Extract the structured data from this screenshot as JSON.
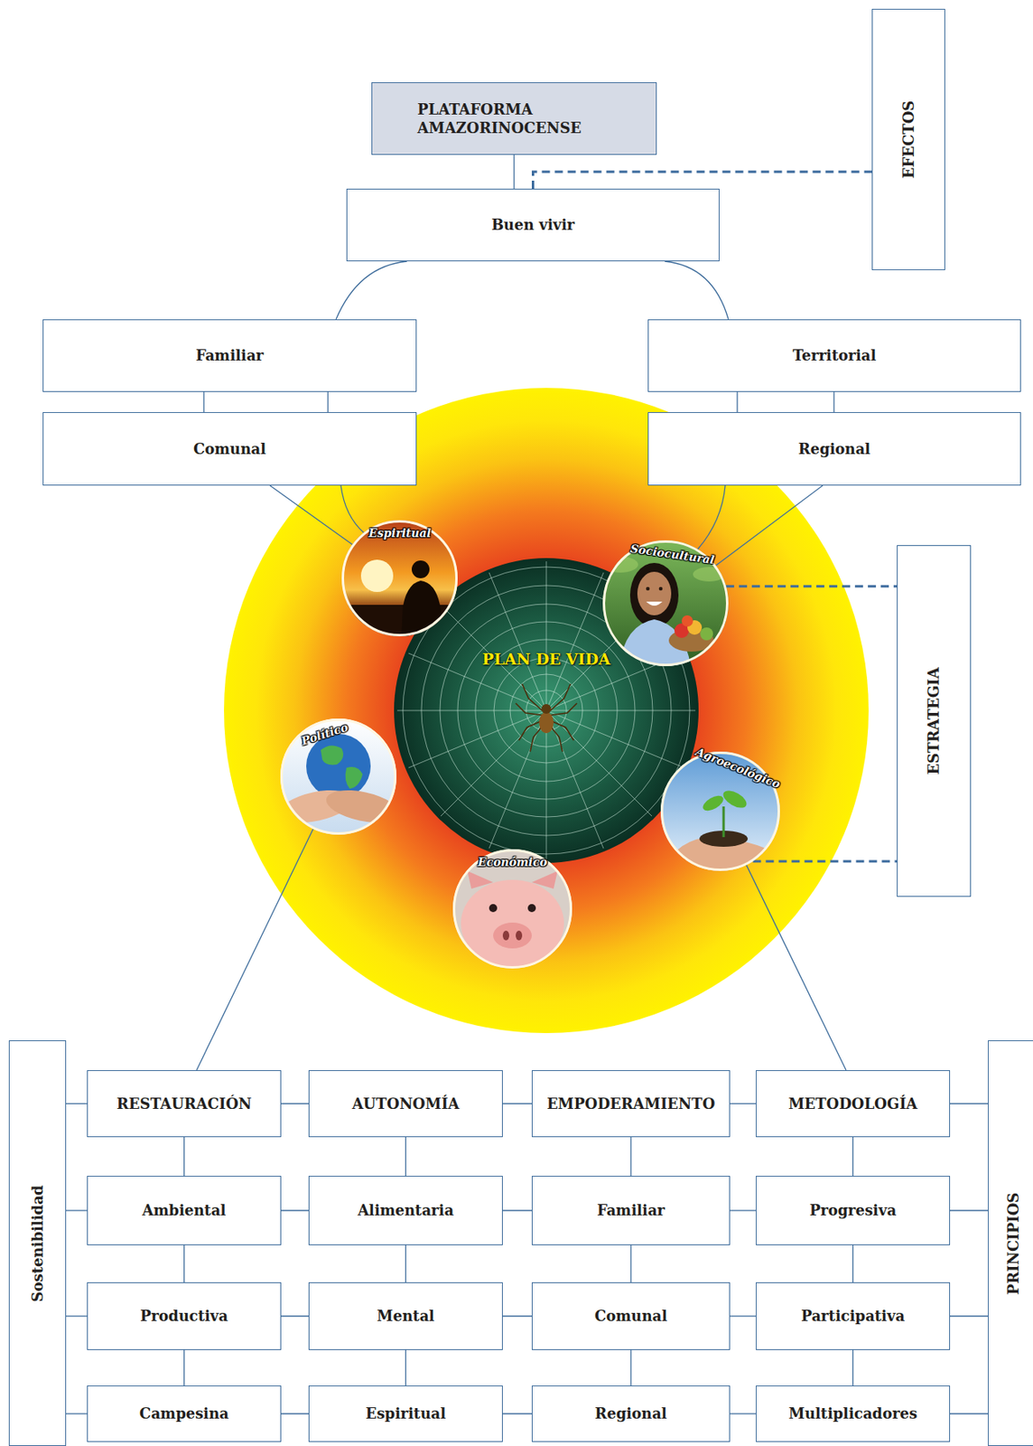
{
  "diagram": {
    "nodes": [
      {
        "text": [
          "PLATAFORMA AMAZORINOCENSE"
        ]
      },
      {
        "text": [
          "EFECTOS"
        ]
      },
      {
        "text": [
          "Buen vivir"
        ]
      },
      {
        "text": [
          "Familiar"
        ]
      },
      {
        "text": [
          "Territorial"
        ]
      },
      {
        "text": [
          "Comunal"
        ]
      },
      {
        "text": [
          "Regional"
        ]
      },
      {
        "text": [
          "PLAN DE VIDA"
        ]
      },
      {
        "text": [
          "Espiritual"
        ]
      },
      {
        "text": [
          "Sociocultural"
        ]
      },
      {
        "text": [
          "ESTRATEGIA"
        ]
      },
      {
        "text": [
          "Político"
        ]
      },
      {
        "text": [
          "Agroecológico"
        ]
      },
      {
        "text": [
          "Económico"
        ]
      },
      {
        "text": [
          "Sostenibilidad"
        ]
      },
      {
        "text": [
          "RESTAURACIÓN"
        ]
      },
      {
        "text": [
          "AUTONOMÍA"
        ]
      },
      {
        "text": [
          "EMPODERAMIENTO"
        ]
      },
      {
        "text": [
          "METODOLOGÍA"
        ]
      },
      {
        "text": [
          "PRINCIPIOS"
        ]
      },
      {
        "text": [
          "Ambiental"
        ]
      },
      {
        "text": [
          "Alimentaria"
        ]
      },
      {
        "text": [
          "Familiar"
        ]
      },
      {
        "text": [
          "Progresiva"
        ]
      },
      {
        "text": [
          "Productiva"
        ]
      },
      {
        "text": [
          "Mental"
        ]
      },
      {
        "text": [
          "Comunal"
        ]
      },
      {
        "text": [
          "Participativa"
        ]
      },
      {
        "text": [
          "Campesina"
        ]
      },
      {
        "text": [
          "Espiritual"
        ]
      },
      {
        "text": [
          "Regional"
        ]
      },
      {
        "text": [
          "Multiplicadores"
        ]
      }
    ],
    "edges": [
      {
        "from": 0,
        "to": 2,
        "arrow": "none"
      },
      {
        "from": 2,
        "to": 1,
        "arrow": "none"
      },
      {
        "from": 2,
        "to": 3,
        "arrow": "none"
      },
      {
        "from": 2,
        "to": 4,
        "arrow": "none"
      },
      {
        "from": 3,
        "to": 5,
        "arrow": "none"
      },
      {
        "from": 4,
        "to": 6,
        "arrow": "none"
      },
      {
        "from": 5,
        "to": 8,
        "arrow": "none"
      },
      {
        "from": 6,
        "to": 9,
        "arrow": "none"
      },
      {
        "from": 9,
        "to": 10,
        "arrow": "none"
      },
      {
        "from": 11,
        "to": 15,
        "arrow": "none"
      },
      {
        "from": 12,
        "to": 18,
        "arrow": "none"
      },
      {
        "from": 12,
        "to": 10,
        "arrow": "none"
      },
      {
        "from": 14,
        "to": 15,
        "arrow": "none"
      },
      {
        "from": 15,
        "to": 16,
        "arrow": "none"
      },
      {
        "from": 16,
        "to": 17,
        "arrow": "none"
      },
      {
        "from": 17,
        "to": 18,
        "arrow": "none"
      },
      {
        "from": 18,
        "to": 19,
        "arrow": "none"
      },
      {
        "from": 14,
        "to": 20,
        "arrow": "none"
      },
      {
        "from": 20,
        "to": 21,
        "arrow": "none"
      },
      {
        "from": 21,
        "to": 22,
        "arrow": "none"
      },
      {
        "from": 22,
        "to": 23,
        "arrow": "none"
      },
      {
        "from": 23,
        "to": 19,
        "arrow": "none"
      },
      {
        "from": 14,
        "to": 24,
        "arrow": "none"
      },
      {
        "from": 24,
        "to": 25,
        "arrow": "none"
      },
      {
        "from": 25,
        "to": 26,
        "arrow": "none"
      },
      {
        "from": 26,
        "to": 27,
        "arrow": "none"
      },
      {
        "from": 27,
        "to": 19,
        "arrow": "none"
      },
      {
        "from": 14,
        "to": 28,
        "arrow": "none"
      },
      {
        "from": 28,
        "to": 29,
        "arrow": "none"
      },
      {
        "from": 29,
        "to": 30,
        "arrow": "none"
      },
      {
        "from": 30,
        "to": 31,
        "arrow": "none"
      },
      {
        "from": 31,
        "to": 19,
        "arrow": "none"
      },
      {
        "from": 15,
        "to": 20,
        "arrow": "none"
      },
      {
        "from": 20,
        "to": 24,
        "arrow": "none"
      },
      {
        "from": 24,
        "to": 28,
        "arrow": "none"
      },
      {
        "from": 16,
        "to": 21,
        "arrow": "none"
      },
      {
        "from": 21,
        "to": 25,
        "arrow": "none"
      },
      {
        "from": 25,
        "to": 29,
        "arrow": "none"
      },
      {
        "from": 17,
        "to": 22,
        "arrow": "none"
      },
      {
        "from": 22,
        "to": 26,
        "arrow": "none"
      },
      {
        "from": 26,
        "to": 30,
        "arrow": "none"
      },
      {
        "from": 18,
        "to": 23,
        "arrow": "none"
      },
      {
        "from": 23,
        "to": 27,
        "arrow": "none"
      },
      {
        "from": 27,
        "to": 31,
        "arrow": "none"
      }
    ]
  }
}
